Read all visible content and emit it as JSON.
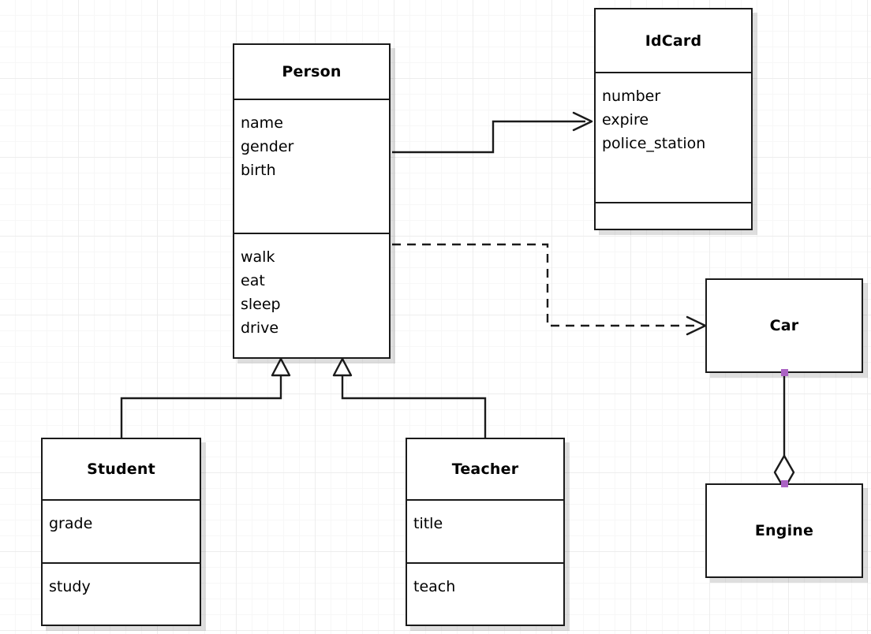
{
  "diagram": {
    "type": "uml-class-diagram",
    "background": "#ffffff",
    "grid": true,
    "accent_handle_color": "#ab63c4",
    "line_color": "#1a1a1a"
  },
  "classes": {
    "person": {
      "name": "Person",
      "attributes": [
        "name",
        "gender",
        "birth"
      ],
      "methods": [
        "walk",
        "eat",
        "sleep",
        "drive"
      ]
    },
    "idcard": {
      "name": "IdCard",
      "attributes": [
        "number",
        "expire",
        "police_station"
      ],
      "methods": []
    },
    "student": {
      "name": "Student",
      "attributes": [
        "grade"
      ],
      "methods": [
        "study"
      ]
    },
    "teacher": {
      "name": "Teacher",
      "attributes": [
        "title"
      ],
      "methods": [
        "teach"
      ]
    },
    "car": {
      "name": "Car"
    },
    "engine": {
      "name": "Engine"
    }
  },
  "relations": [
    {
      "id": "person-idcard",
      "kind": "association",
      "from": "Person",
      "to": "IdCard",
      "style": "solid",
      "arrowhead": "open"
    },
    {
      "id": "person-car",
      "kind": "dependency",
      "from": "Person",
      "to": "Car",
      "style": "dashed",
      "arrowhead": "open"
    },
    {
      "id": "student-person",
      "kind": "generalization",
      "from": "Student",
      "to": "Person",
      "style": "solid",
      "arrowhead": "hollow-triangle"
    },
    {
      "id": "teacher-person",
      "kind": "generalization",
      "from": "Teacher",
      "to": "Person",
      "style": "solid",
      "arrowhead": "hollow-triangle"
    },
    {
      "id": "car-engine",
      "kind": "aggregation",
      "from": "Car",
      "to": "Engine",
      "style": "solid",
      "arrowhead": "hollow-diamond",
      "selected": true
    }
  ]
}
